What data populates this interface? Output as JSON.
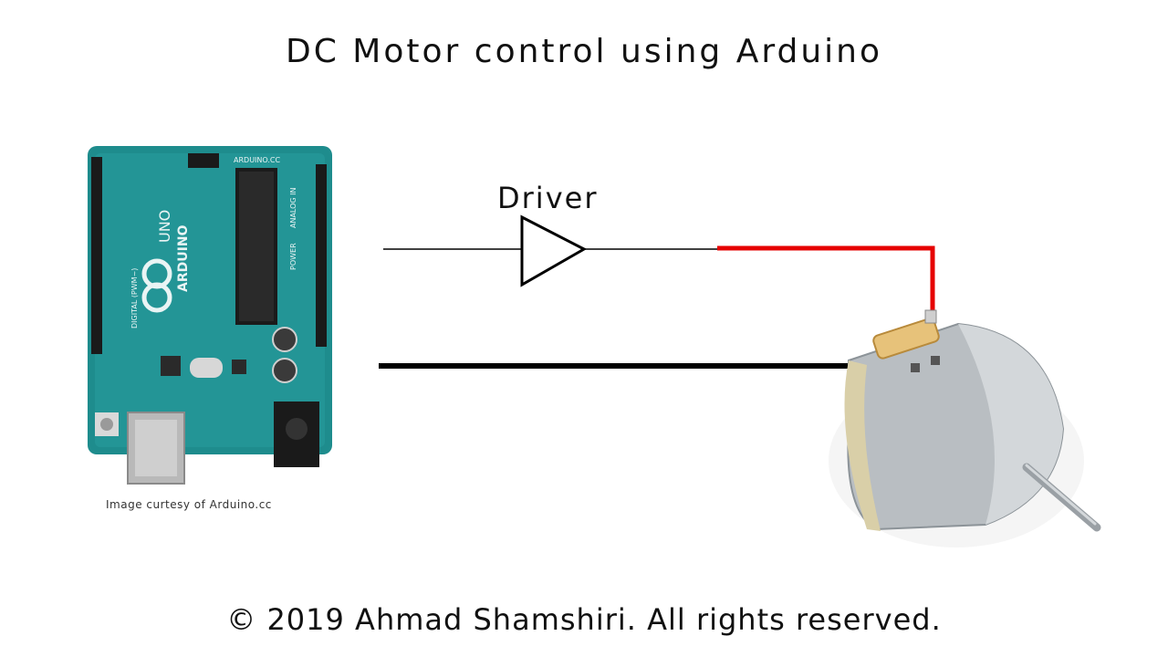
{
  "title": "DC Motor control using Arduino",
  "driver_label": "Driver",
  "image_credit": "Image curtesy of Arduino.cc",
  "copyright": "© 2019 Ahmad Shamshiri. All rights reserved.",
  "board": {
    "brand": "ARDUINO",
    "model": "UNO",
    "site": "ARDUINO.CC",
    "analog_section": "ANALOG IN",
    "power_section": "POWER",
    "digital_section": "DIGITAL (PWM~)"
  },
  "colors": {
    "signal_wire": "#000000",
    "positive_wire": "#e60000",
    "ground_wire": "#000000",
    "board": "#1d8b8c"
  },
  "icons": {
    "driver": "buffer-triangle-symbol",
    "board": "arduino-uno-board-photo",
    "motor": "dc-motor-photo"
  }
}
